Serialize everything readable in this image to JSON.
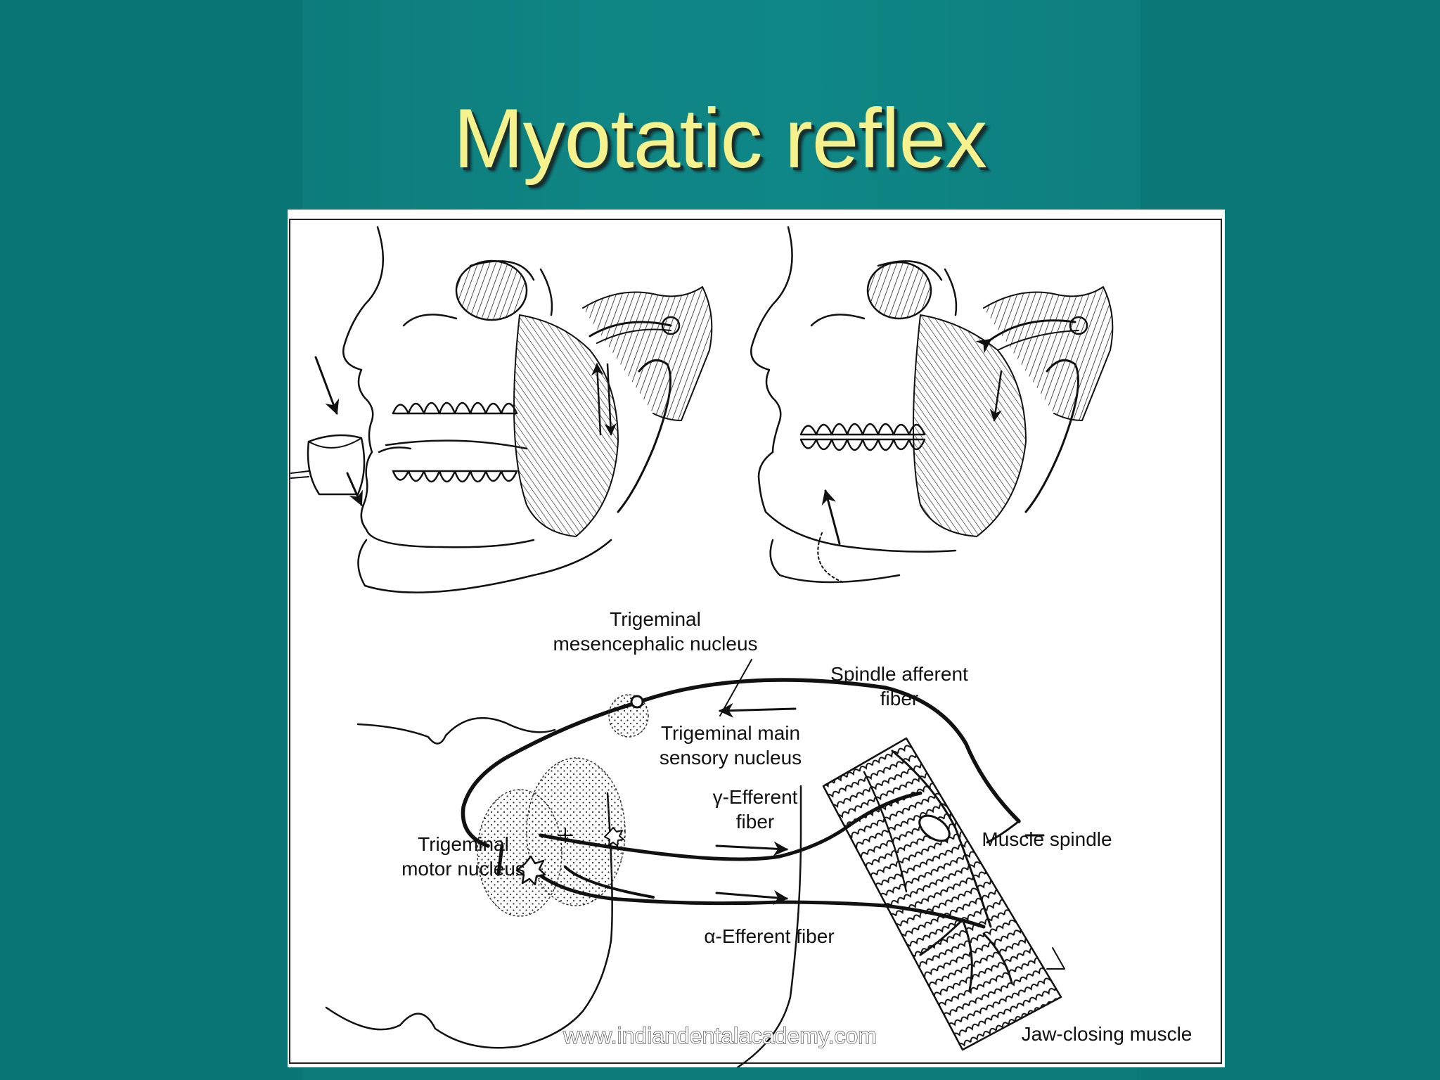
{
  "slide": {
    "title": "Myotatic reflex"
  },
  "figure": {
    "labels": {
      "mesencephalic_1": "Trigeminal",
      "mesencephalic_2": "mesencephalic nucleus",
      "spindle_afferent_1": "Spindle afferent",
      "spindle_afferent_2": "fiber",
      "main_sensory_1": "Trigeminal main",
      "main_sensory_2": "sensory nucleus",
      "gamma_1": "γ-Efferent",
      "gamma_2": "fiber",
      "motor_1": "Trigeminal",
      "motor_2": "motor nucleus",
      "muscle_spindle": "Muscle spindle",
      "alpha": "α-Efferent fiber",
      "jaw_muscle": "Jaw-closing muscle"
    },
    "watermark": "www.indiandentalacademy.com"
  }
}
